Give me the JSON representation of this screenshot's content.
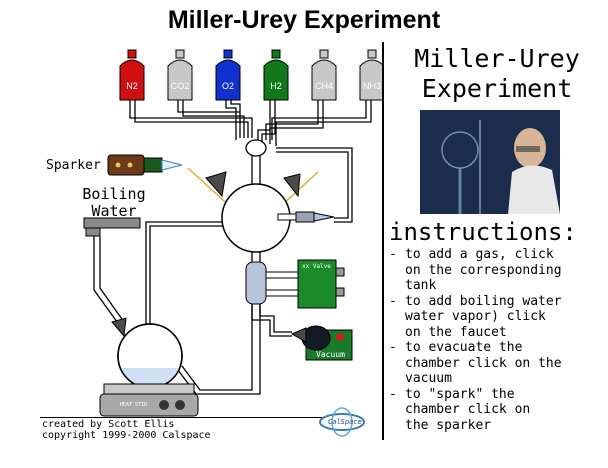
{
  "page_title": "Miller-Urey Experiment",
  "side_panel": {
    "title_line1": "Miller-Urey",
    "title_line2": "Experiment",
    "instructions_heading": "instructions:",
    "instructions": [
      "to add a gas, click\non the corresponding\ntank",
      "to add boiling water\nwater vapor) click\non the faucet",
      "to evacuate the\nchamber click on the\nvacuum",
      "to \"spark\" the\nchamber click on\nthe sparker"
    ]
  },
  "gas_tanks": [
    {
      "label": "N2",
      "color": "#d01010"
    },
    {
      "label": "CO2",
      "color": "#c8c8c8"
    },
    {
      "label": "O2",
      "color": "#1030d0"
    },
    {
      "label": "H2",
      "color": "#107818"
    },
    {
      "label": "CH4",
      "color": "#c8c8c8"
    },
    {
      "label": "NH3",
      "color": "#c8c8c8"
    }
  ],
  "labels": {
    "sparker": "Sparker",
    "boiling_water_line1": "Boiling",
    "boiling_water_line2": "Water",
    "valve": "xx Valve",
    "vacuum": "Vacuum",
    "hotplate_knobs": "HEAT STIR",
    "logo": "CalSpace"
  },
  "credits": {
    "line1": "created by Scott Ellis",
    "line2": "copyright 1999-2000 Calspace"
  }
}
